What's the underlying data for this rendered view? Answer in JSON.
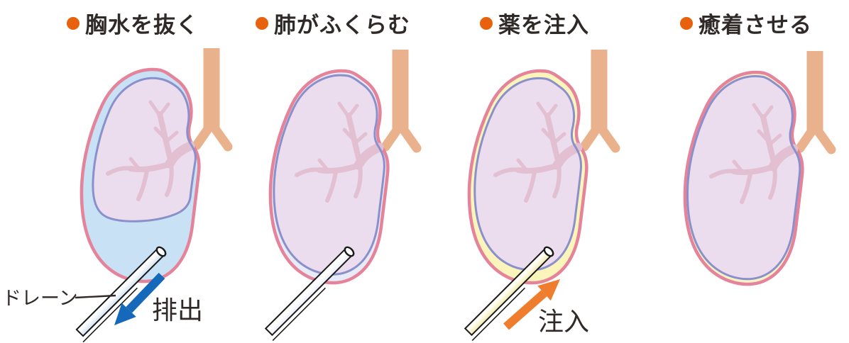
{
  "diagram": {
    "type": "medical-illustration",
    "subject": "pleurodesis procedure steps",
    "panels": [
      {
        "title": "胸水を抜く",
        "labels": {
          "tube": "ドレーン",
          "arrow": "排出"
        }
      },
      {
        "title": "肺がふくらむ"
      },
      {
        "title": "薬を注入",
        "labels": {
          "arrow": "注入"
        }
      },
      {
        "title": "癒着させる"
      }
    ],
    "colors": {
      "background": "#ffffff",
      "bullet_orange": "#e8620d",
      "title_text": "#2f2a28",
      "pleura_pink": "#e5839a",
      "lung_fill": "#ebdcee",
      "lung_outline": "#8a90c9",
      "bronchial_tree": "#e2c0d1",
      "trachea_tan": "#eab28c",
      "pleural_fluid_blue": "#c8e1f5",
      "pleural_gap_blue": "#e7ebf7",
      "medicine_yellow": "#fbf4bb",
      "adhesion_yellow": "#f8f2c8",
      "discharge_arrow_blue": "#1569bb",
      "inject_arrow_orange": "#ee7e2e",
      "tube_outline": "#1a1a1a"
    }
  }
}
